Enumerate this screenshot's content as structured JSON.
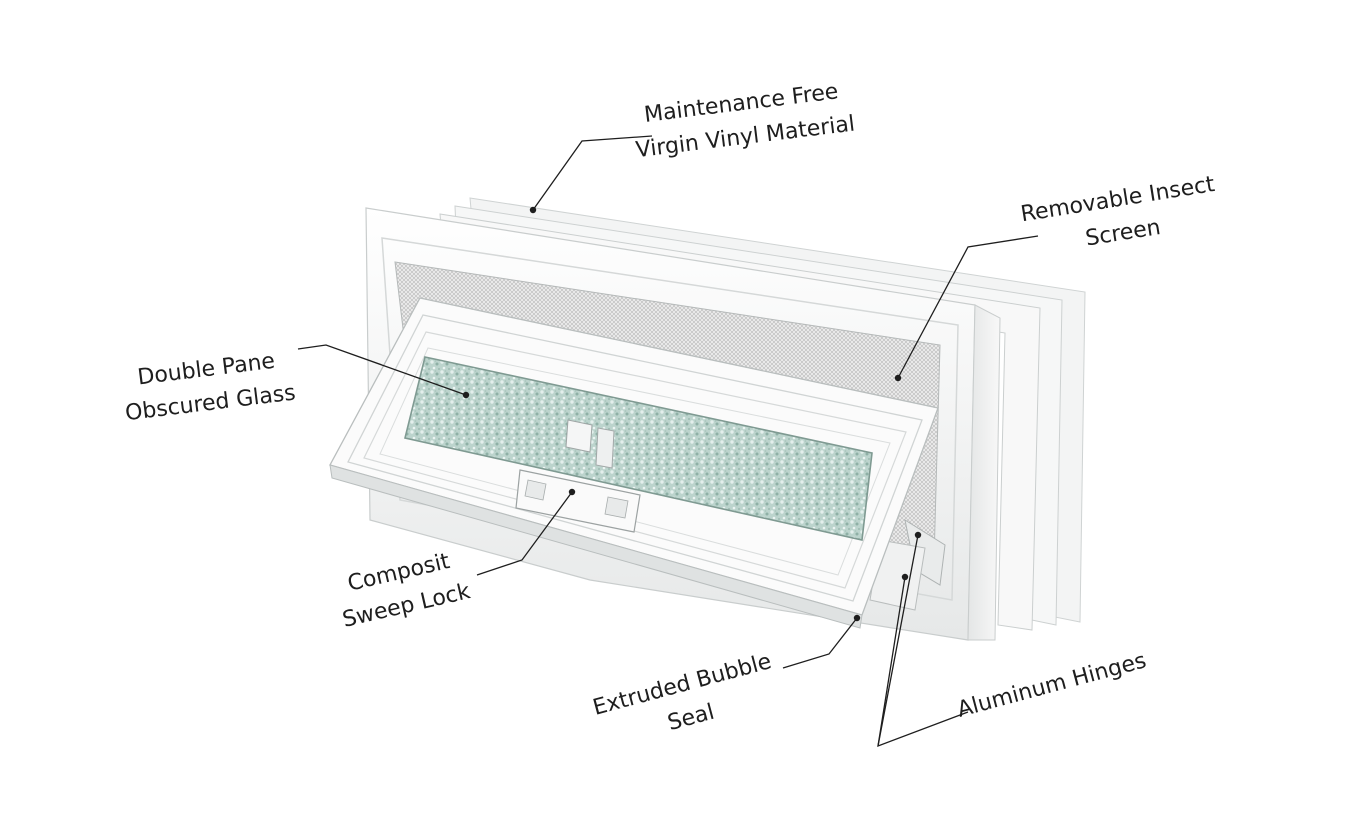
{
  "diagram": {
    "callouts": {
      "maintenance": {
        "line1": "Maintenance Free",
        "line2": "Virgin Vinyl Material"
      },
      "screen": {
        "line1": "Removable Insect",
        "line2": "Screen"
      },
      "glass": {
        "line1": "Double Pane",
        "line2": "Obscured Glass"
      },
      "lock": {
        "line1": "Composit",
        "line2": "Sweep Lock"
      },
      "seal": {
        "line1": "Extruded Bubble",
        "line2": "Seal"
      },
      "hinges": {
        "line1": "Aluminum Hinges"
      }
    },
    "colors": {
      "vinyl": "#f7f7f7",
      "vinyl_shadow": "#d9dcdc",
      "glass": "#b9d2cb",
      "mesh": "#c9c9c9",
      "ink": "#1e1e1e"
    }
  }
}
